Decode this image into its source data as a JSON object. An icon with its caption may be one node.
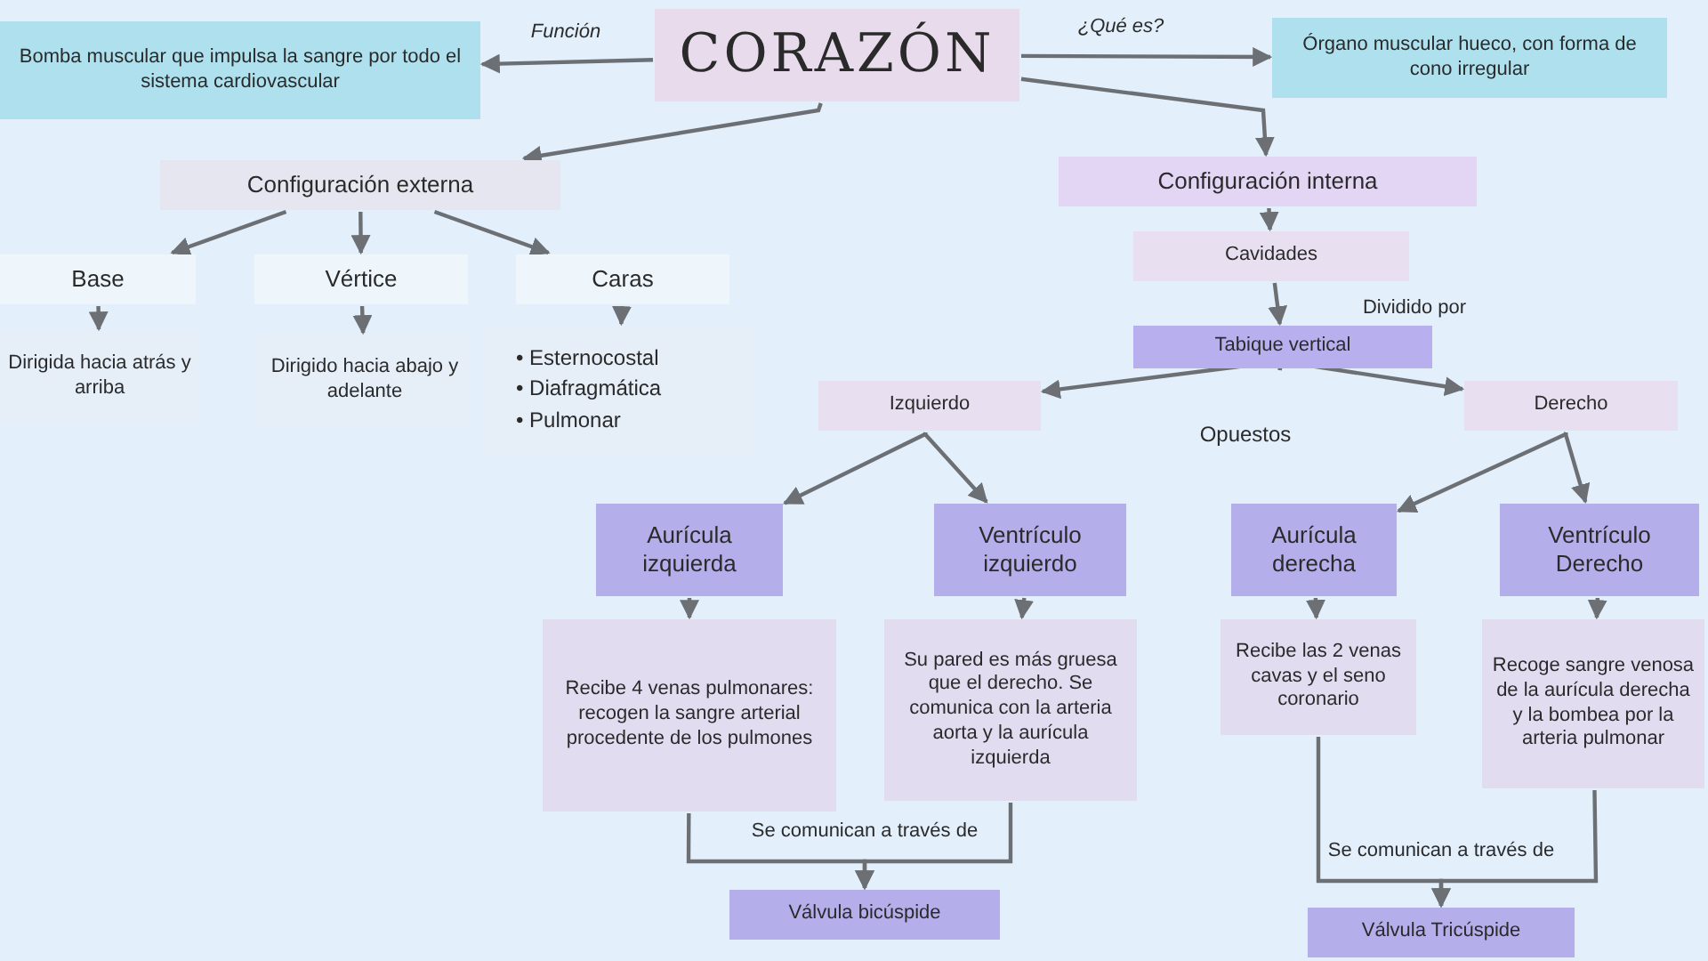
{
  "diagram": {
    "nodes": [
      {
        "text": [
          "CORAZÓN"
        ]
      },
      {
        "text": [
          "Bomba muscular que impulsa la sangre por todo el sistema cardiovascular"
        ]
      },
      {
        "text": [
          "Órgano muscular hueco, con forma de cono irregular"
        ]
      },
      {
        "text": [
          "Configuración externa"
        ]
      },
      {
        "text": [
          "Configuración interna"
        ]
      },
      {
        "text": [
          "Base"
        ]
      },
      {
        "text": [
          "Vértice"
        ]
      },
      {
        "text": [
          "Caras"
        ]
      },
      {
        "text": [
          "Dirigida hacia atrás y arriba"
        ]
      },
      {
        "text": [
          "Dirigido hacia abajo y adelante"
        ]
      },
      {
        "text": [
          "• Esternocostal",
          "• Diafragmática",
          "• Pulmonar"
        ]
      },
      {
        "text": [
          "Cavidades"
        ]
      },
      {
        "text": [
          "Tabique vertical"
        ]
      },
      {
        "text": [
          "Izquierdo"
        ]
      },
      {
        "text": [
          "Derecho"
        ]
      },
      {
        "text": [
          "Aurícula izquierda"
        ]
      },
      {
        "text": [
          "Ventrículo izquierdo"
        ]
      },
      {
        "text": [
          "Aurícula derecha"
        ]
      },
      {
        "text": [
          "Ventrículo Derecho"
        ]
      },
      {
        "text": [
          "Recibe 4 venas pulmonares: recogen la sangre arterial procedente de los pulmones"
        ]
      },
      {
        "text": [
          "Su pared es más gruesa que el derecho. Se comunica con la arteria aorta y la aurícula izquierda"
        ]
      },
      {
        "text": [
          "Recibe las 2 venas cavas y el seno coronario"
        ]
      },
      {
        "text": [
          "Recoge sangre venosa de la aurícula derecha y la bombea por la arteria pulmonar"
        ]
      },
      {
        "text": [
          "Válvula bicúspide"
        ]
      },
      {
        "text": [
          "Válvula Tricúspide"
        ]
      }
    ],
    "edges": [
      {
        "from": 0,
        "to": 1,
        "arrow": "to",
        "label": "Función"
      },
      {
        "from": 0,
        "to": 2,
        "arrow": "to",
        "label": "¿Qué es?"
      },
      {
        "from": 0,
        "to": 3,
        "arrow": "to"
      },
      {
        "from": 0,
        "to": 4,
        "arrow": "to"
      },
      {
        "from": 3,
        "to": 5,
        "arrow": "to"
      },
      {
        "from": 3,
        "to": 6,
        "arrow": "to"
      },
      {
        "from": 3,
        "to": 7,
        "arrow": "to"
      },
      {
        "from": 5,
        "to": 8,
        "arrow": "to"
      },
      {
        "from": 6,
        "to": 9,
        "arrow": "to"
      },
      {
        "from": 7,
        "to": 10,
        "arrow": "to"
      },
      {
        "from": 4,
        "to": 11,
        "arrow": "to"
      },
      {
        "from": 11,
        "to": 12,
        "arrow": "to",
        "label": "Dividido por"
      },
      {
        "from": 12,
        "to": 13,
        "arrow": "to"
      },
      {
        "from": 12,
        "to": 14,
        "arrow": "to"
      },
      {
        "from": 13,
        "to": 15,
        "arrow": "to"
      },
      {
        "from": 13,
        "to": 16,
        "arrow": "to"
      },
      {
        "from": 14,
        "to": 17,
        "arrow": "to"
      },
      {
        "from": 14,
        "to": 18,
        "arrow": "to"
      },
      {
        "from": 15,
        "to": 19,
        "arrow": "to"
      },
      {
        "from": 16,
        "to": 20,
        "arrow": "to"
      },
      {
        "from": 17,
        "to": 21,
        "arrow": "to"
      },
      {
        "from": 18,
        "to": 22,
        "arrow": "to"
      },
      {
        "from": 19,
        "to": 23,
        "arrow": "to",
        "label": "Se comunican a través de"
      },
      {
        "from": 20,
        "to": 23,
        "arrow": "to"
      },
      {
        "from": 21,
        "to": 24,
        "arrow": "to",
        "label": "Se comunican a través de"
      },
      {
        "from": 22,
        "to": 24,
        "arrow": "to"
      }
    ],
    "labels": [
      "Opuestos"
    ]
  }
}
